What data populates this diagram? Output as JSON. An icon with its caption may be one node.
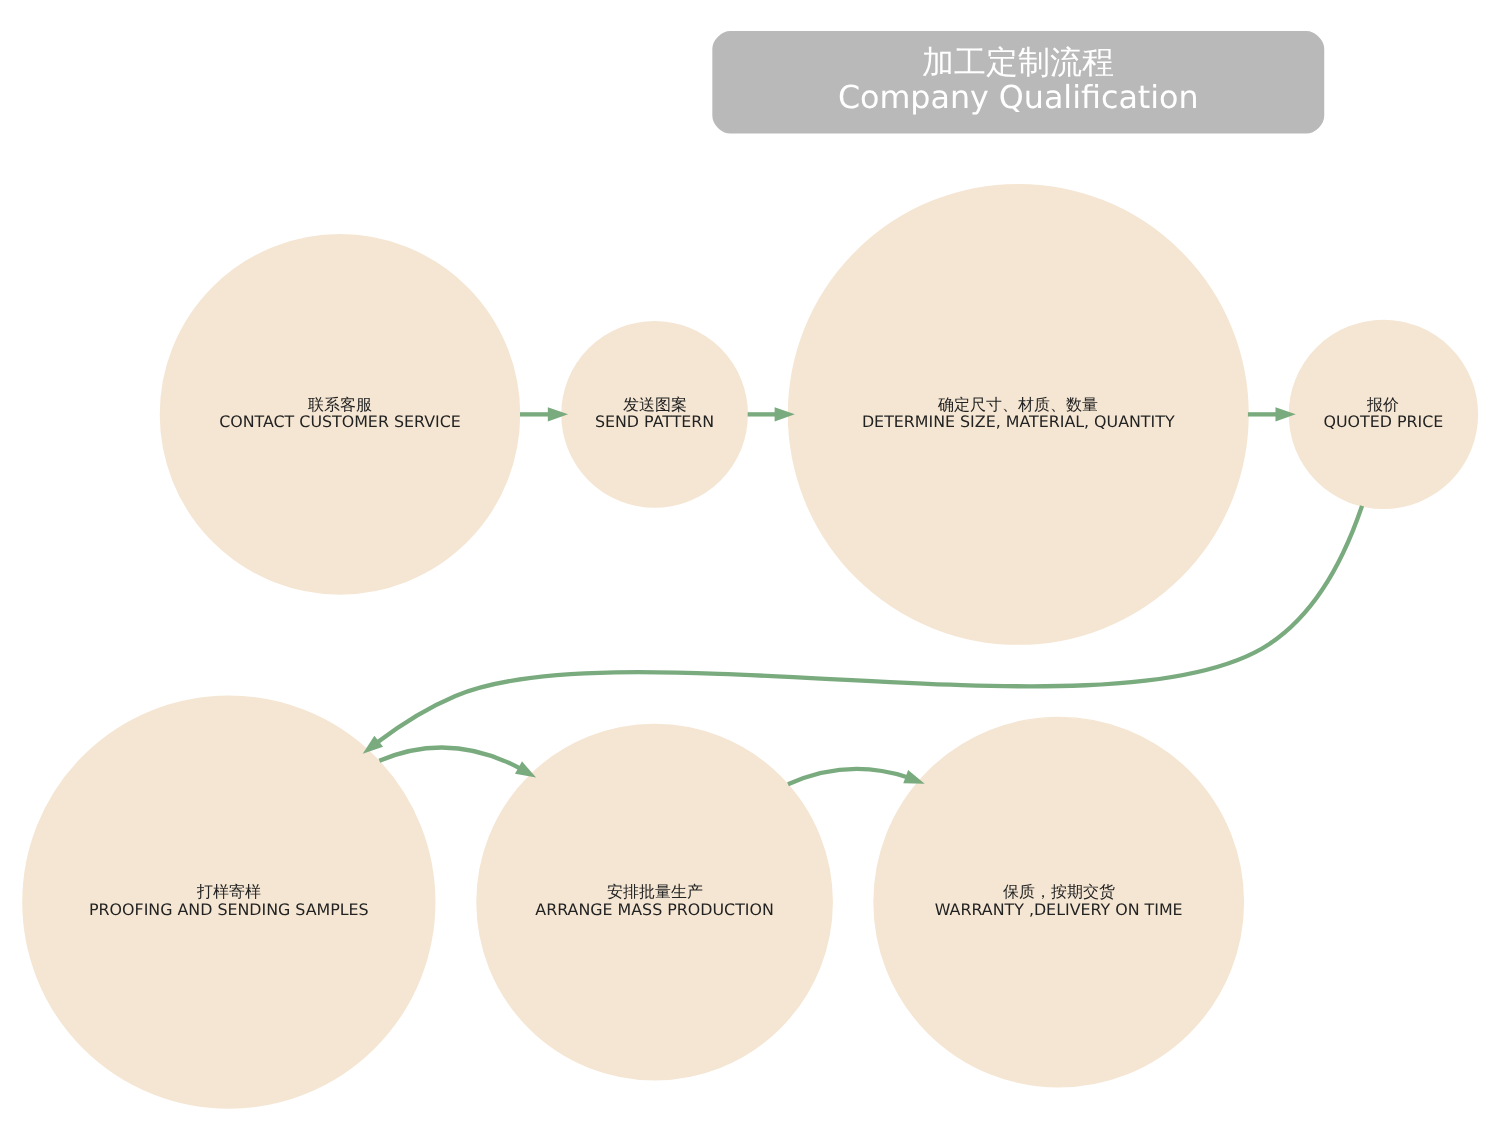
{
  "diagram": {
    "nodes": [
      {
        "text": [
          "加工定制流程",
          "Company Qualification"
        ]
      },
      {
        "text": [
          "联系客服",
          "CONTACT CUSTOMER SERVICE"
        ]
      },
      {
        "text": [
          "发送图案",
          "SEND PATTERN"
        ]
      },
      {
        "text": [
          "确定尺寸、材质、数量",
          "DETERMINE SIZE, MATERIAL, QUANTITY"
        ]
      },
      {
        "text": [
          "报价",
          "QUOTED PRICE"
        ]
      },
      {
        "text": [
          "打样寄样",
          "PROOFING AND SENDING SAMPLES"
        ]
      },
      {
        "text": [
          "安排批量生产",
          "ARRANGE MASS PRODUCTION"
        ]
      },
      {
        "text": [
          "保质，按期交货",
          "WARRANTY ,DELIVERY ON TIME"
        ]
      }
    ],
    "edges": [
      {
        "from": 1,
        "to": 2,
        "arrow": "to"
      },
      {
        "from": 2,
        "to": 3,
        "arrow": "to"
      },
      {
        "from": 3,
        "to": 4,
        "arrow": "to"
      },
      {
        "from": 4,
        "to": 5,
        "arrow": "to"
      },
      {
        "from": 5,
        "to": 6,
        "arrow": "to"
      },
      {
        "from": 6,
        "to": 7,
        "arrow": "to"
      }
    ]
  }
}
